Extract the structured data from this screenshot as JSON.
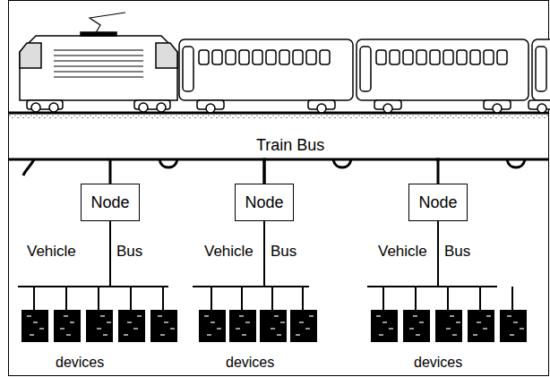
{
  "diagram": {
    "nodes": [
      {
        "text": [
          "Node"
        ]
      },
      {
        "text": [
          "Node"
        ]
      },
      {
        "text": [
          "Node"
        ]
      }
    ],
    "edges": [
      {
        "from": 0,
        "to": 1,
        "arrow": "none"
      },
      {
        "from": 1,
        "to": 2,
        "arrow": "none"
      }
    ],
    "labels": [
      "Train Bus",
      "Vehicle",
      "Bus",
      "Vehicle",
      "Bus",
      "Vehicle",
      "Bus",
      "devices",
      "devices",
      "devices"
    ]
  }
}
